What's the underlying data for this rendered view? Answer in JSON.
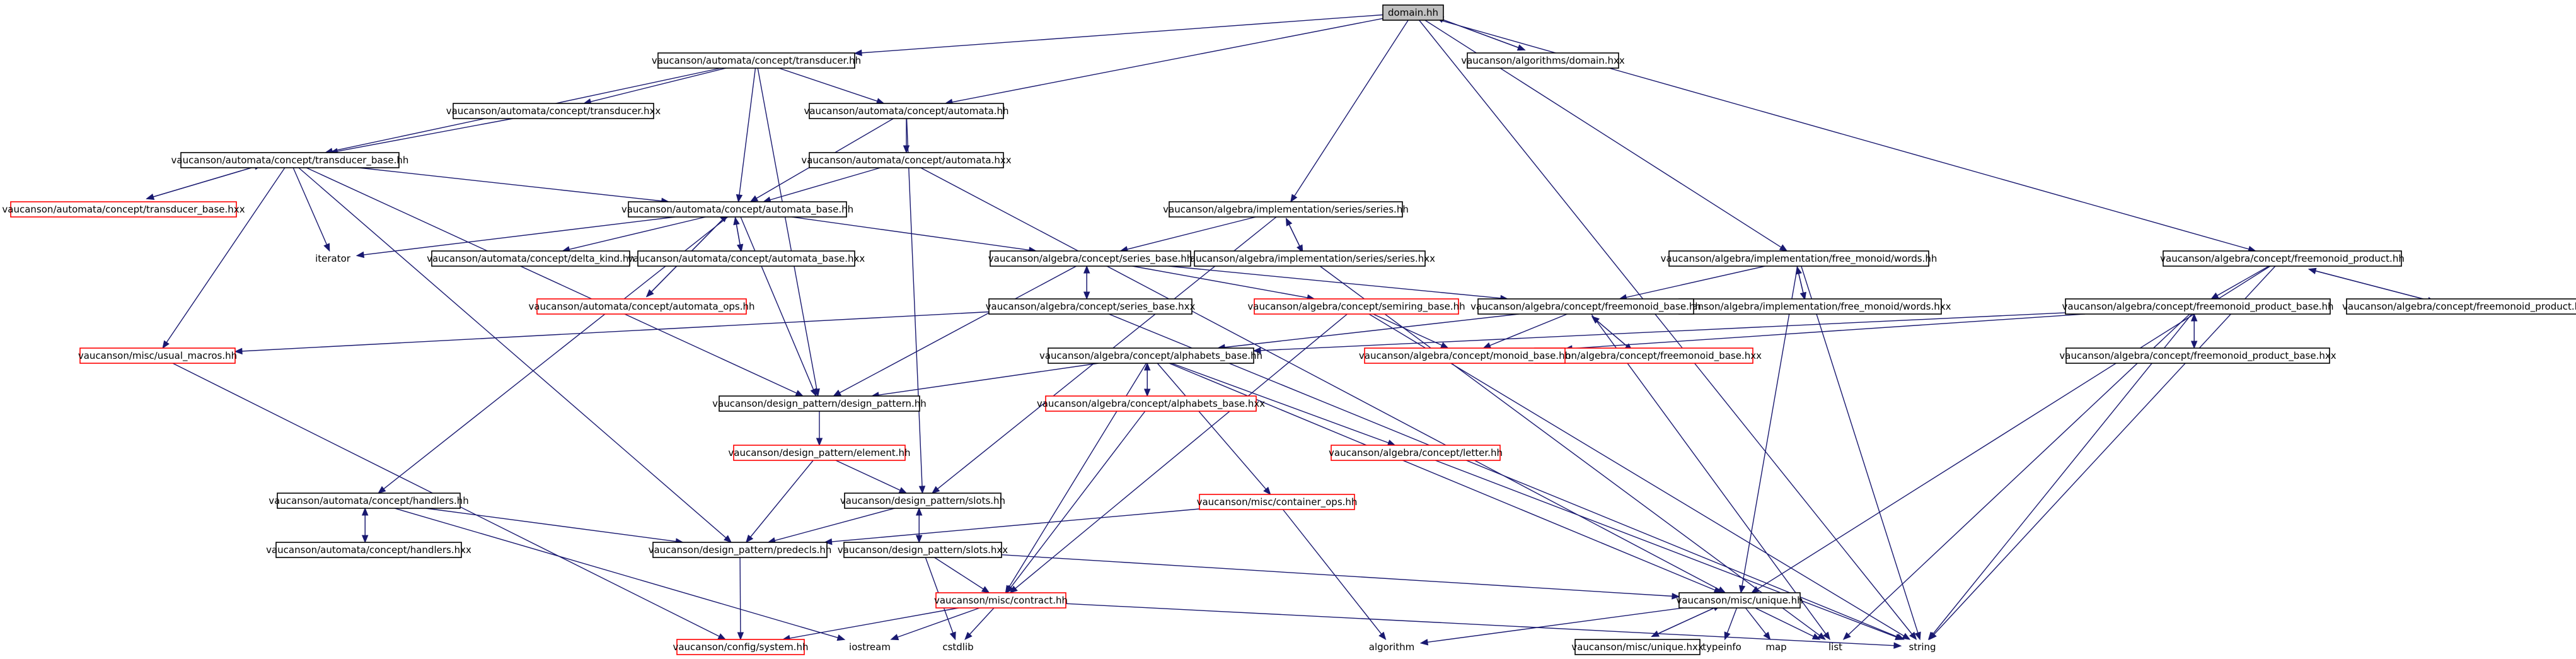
{
  "colors": {
    "edge": "#191970",
    "documented_border": "#000000",
    "undocumented_border": "#ff0000",
    "root_fill": "#bfbfbf",
    "background": "#ffffff"
  },
  "nodes": [
    {
      "id": "domain_hh",
      "label": "domain.hh",
      "kind": "root"
    },
    {
      "id": "transducer_hh",
      "label": "vaucanson/automata/concept/transducer.hh",
      "kind": "documented"
    },
    {
      "id": "alg_domain_hxx",
      "label": "vaucanson/algorithms/domain.hxx",
      "kind": "documented"
    },
    {
      "id": "transducer_hxx",
      "label": "vaucanson/automata/concept/transducer.hxx",
      "kind": "documented"
    },
    {
      "id": "automata_hh",
      "label": "vaucanson/automata/concept/automata.hh",
      "kind": "documented"
    },
    {
      "id": "transducer_base_hh",
      "label": "vaucanson/automata/concept/transducer_base.hh",
      "kind": "documented"
    },
    {
      "id": "automata_hxx",
      "label": "vaucanson/automata/concept/automata.hxx",
      "kind": "documented"
    },
    {
      "id": "transducer_base_hxx",
      "label": "vaucanson/automata/concept/transducer_base.hxx",
      "kind": "undocumented"
    },
    {
      "id": "automata_base_hh",
      "label": "vaucanson/automata/concept/automata_base.hh",
      "kind": "documented"
    },
    {
      "id": "iterator",
      "label": "iterator",
      "kind": "system"
    },
    {
      "id": "delta_kind_hh",
      "label": "vaucanson/automata/concept/delta_kind.hh",
      "kind": "documented"
    },
    {
      "id": "automata_base_hxx",
      "label": "vaucanson/automata/concept/automata_base.hxx",
      "kind": "documented"
    },
    {
      "id": "automata_ops_hh",
      "label": "vaucanson/automata/concept/automata_ops.hh",
      "kind": "undocumented"
    },
    {
      "id": "series_hh",
      "label": "vaucanson/algebra/implementation/series/series.hh",
      "kind": "documented"
    },
    {
      "id": "series_hxx",
      "label": "vaucanson/algebra/implementation/series/series.hxx",
      "kind": "documented"
    },
    {
      "id": "series_base_hh",
      "label": "vaucanson/algebra/concept/series_base.hh",
      "kind": "documented"
    },
    {
      "id": "series_base_hxx",
      "label": "vaucanson/algebra/concept/series_base.hxx",
      "kind": "documented"
    },
    {
      "id": "semiring_base_hh",
      "label": "vaucanson/algebra/concept/semiring_base.hh",
      "kind": "undocumented"
    },
    {
      "id": "free_monoid_words_hh",
      "label": "vaucanson/algebra/implementation/free_monoid/words.hh",
      "kind": "documented"
    },
    {
      "id": "free_monoid_words_hxx",
      "label": "vaucanson/algebra/implementation/free_monoid/words.hxx",
      "kind": "documented"
    },
    {
      "id": "freemonoid_base_hh",
      "label": "vaucanson/algebra/concept/freemonoid_base.hh",
      "kind": "documented"
    },
    {
      "id": "freemonoid_base_hxx",
      "label": "vaucanson/algebra/concept/freemonoid_base.hxx",
      "kind": "undocumented"
    },
    {
      "id": "monoid_base_hh",
      "label": "vaucanson/algebra/concept/monoid_base.hh",
      "kind": "undocumented"
    },
    {
      "id": "freemonoid_product_hh",
      "label": "vaucanson/algebra/concept/freemonoid_product.hh",
      "kind": "documented"
    },
    {
      "id": "freemonoid_product_hxx",
      "label": "vaucanson/algebra/concept/freemonoid_product.hxx",
      "kind": "documented"
    },
    {
      "id": "freemonoid_product_base_hh",
      "label": "vaucanson/algebra/concept/freemonoid_product_base.hh",
      "kind": "documented"
    },
    {
      "id": "freemonoid_product_base_hxx",
      "label": "vaucanson/algebra/concept/freemonoid_product_base.hxx",
      "kind": "documented"
    },
    {
      "id": "usual_macros_hh",
      "label": "vaucanson/misc/usual_macros.hh",
      "kind": "undocumented"
    },
    {
      "id": "alphabets_base_hh",
      "label": "vaucanson/algebra/concept/alphabets_base.hh",
      "kind": "documented"
    },
    {
      "id": "alphabets_base_hxx",
      "label": "vaucanson/algebra/concept/alphabets_base.hxx",
      "kind": "undocumented"
    },
    {
      "id": "design_pattern_hh",
      "label": "vaucanson/design_pattern/design_pattern.hh",
      "kind": "documented"
    },
    {
      "id": "element_hh",
      "label": "vaucanson/design_pattern/element.hh",
      "kind": "undocumented"
    },
    {
      "id": "letter_hh",
      "label": "vaucanson/algebra/concept/letter.hh",
      "kind": "undocumented"
    },
    {
      "id": "container_ops_hh",
      "label": "vaucanson/misc/container_ops.hh",
      "kind": "undocumented"
    },
    {
      "id": "handlers_hh",
      "label": "vaucanson/automata/concept/handlers.hh",
      "kind": "documented"
    },
    {
      "id": "handlers_hxx",
      "label": "vaucanson/automata/concept/handlers.hxx",
      "kind": "documented"
    },
    {
      "id": "slots_hh",
      "label": "vaucanson/design_pattern/slots.hh",
      "kind": "documented"
    },
    {
      "id": "slots_hxx",
      "label": "vaucanson/design_pattern/slots.hxx",
      "kind": "documented"
    },
    {
      "id": "predecls_hh",
      "label": "vaucanson/design_pattern/predecls.hh",
      "kind": "documented"
    },
    {
      "id": "contract_hh",
      "label": "vaucanson/misc/contract.hh",
      "kind": "undocumented"
    },
    {
      "id": "unique_hh",
      "label": "vaucanson/misc/unique.hh",
      "kind": "documented"
    },
    {
      "id": "unique_hxx",
      "label": "vaucanson/misc/unique.hxx",
      "kind": "documented"
    },
    {
      "id": "system_hh",
      "label": "vaucanson/config/system.hh",
      "kind": "undocumented"
    },
    {
      "id": "iostream",
      "label": "iostream",
      "kind": "system"
    },
    {
      "id": "cstdlib",
      "label": "cstdlib",
      "kind": "system"
    },
    {
      "id": "algorithm",
      "label": "algorithm",
      "kind": "system"
    },
    {
      "id": "typeinfo",
      "label": "typeinfo",
      "kind": "system"
    },
    {
      "id": "map",
      "label": "map",
      "kind": "system"
    },
    {
      "id": "list",
      "label": "list",
      "kind": "system"
    },
    {
      "id": "string",
      "label": "string",
      "kind": "system"
    }
  ],
  "edges": [
    [
      "domain_hh",
      "transducer_hh"
    ],
    [
      "domain_hh",
      "alg_domain_hxx"
    ],
    [
      "alg_domain_hxx",
      "domain_hh"
    ],
    [
      "domain_hh",
      "automata_hh"
    ],
    [
      "domain_hh",
      "series_hh"
    ],
    [
      "domain_hh",
      "free_monoid_words_hh"
    ],
    [
      "domain_hh",
      "freemonoid_product_hh"
    ],
    [
      "domain_hh",
      "string"
    ],
    [
      "transducer_hh",
      "transducer_hxx"
    ],
    [
      "transducer_hh",
      "transducer_base_hh"
    ],
    [
      "transducer_hh",
      "automata_hh"
    ],
    [
      "transducer_hh",
      "automata_base_hh"
    ],
    [
      "transducer_hh",
      "design_pattern_hh"
    ],
    [
      "transducer_hxx",
      "transducer_base_hh"
    ],
    [
      "automata_hh",
      "automata_hxx"
    ],
    [
      "automata_hh",
      "automata_base_hh"
    ],
    [
      "automata_hh",
      "slots_hh"
    ],
    [
      "automata_hxx",
      "automata_base_hh"
    ],
    [
      "automata_hxx",
      "unique_hh"
    ],
    [
      "transducer_base_hh",
      "transducer_base_hxx"
    ],
    [
      "transducer_base_hxx",
      "transducer_base_hh"
    ],
    [
      "transducer_base_hh",
      "automata_base_hh"
    ],
    [
      "transducer_base_hh",
      "iterator"
    ],
    [
      "transducer_base_hh",
      "usual_macros_hh"
    ],
    [
      "transducer_base_hh",
      "design_pattern_hh"
    ],
    [
      "transducer_base_hh",
      "predecls_hh"
    ],
    [
      "automata_base_hh",
      "iterator"
    ],
    [
      "automata_base_hh",
      "delta_kind_hh"
    ],
    [
      "automata_base_hh",
      "automata_base_hxx"
    ],
    [
      "automata_base_hxx",
      "automata_base_hh"
    ],
    [
      "automata_base_hh",
      "automata_ops_hh"
    ],
    [
      "automata_ops_hh",
      "automata_base_hh"
    ],
    [
      "automata_base_hh",
      "series_base_hh"
    ],
    [
      "automata_base_hh",
      "handlers_hh"
    ],
    [
      "automata_base_hh",
      "design_pattern_hh"
    ],
    [
      "series_hh",
      "series_hxx"
    ],
    [
      "series_hxx",
      "series_hh"
    ],
    [
      "series_hh",
      "series_base_hh"
    ],
    [
      "series_hh",
      "slots_hh"
    ],
    [
      "series_hxx",
      "list"
    ],
    [
      "series_base_hh",
      "series_base_hxx"
    ],
    [
      "series_base_hxx",
      "series_base_hh"
    ],
    [
      "series_base_hh",
      "semiring_base_hh"
    ],
    [
      "series_base_hh",
      "freemonoid_base_hh"
    ],
    [
      "series_base_hh",
      "design_pattern_hh"
    ],
    [
      "series_base_hxx",
      "usual_macros_hh"
    ],
    [
      "series_base_hxx",
      "string"
    ],
    [
      "semiring_base_hh",
      "monoid_base_hh"
    ],
    [
      "semiring_base_hh",
      "contract_hh"
    ],
    [
      "semiring_base_hh",
      "string"
    ],
    [
      "free_monoid_words_hh",
      "free_monoid_words_hxx"
    ],
    [
      "free_monoid_words_hxx",
      "free_monoid_words_hh"
    ],
    [
      "free_monoid_words_hh",
      "freemonoid_base_hh"
    ],
    [
      "free_monoid_words_hh",
      "unique_hh"
    ],
    [
      "free_monoid_words_hh",
      "string"
    ],
    [
      "freemonoid_base_hh",
      "freemonoid_base_hxx"
    ],
    [
      "freemonoid_base_hxx",
      "freemonoid_base_hh"
    ],
    [
      "freemonoid_base_hh",
      "monoid_base_hh"
    ],
    [
      "freemonoid_base_hh",
      "alphabets_base_hh"
    ],
    [
      "freemonoid_base_hh",
      "list"
    ],
    [
      "freemonoid_product_hh",
      "freemonoid_product_hxx"
    ],
    [
      "freemonoid_product_hxx",
      "freemonoid_product_hh"
    ],
    [
      "freemonoid_product_hh",
      "freemonoid_product_base_hh"
    ],
    [
      "freemonoid_product_hh",
      "unique_hh"
    ],
    [
      "freemonoid_product_hh",
      "string"
    ],
    [
      "freemonoid_product_base_hh",
      "freemonoid_product_base_hxx"
    ],
    [
      "freemonoid_product_base_hxx",
      "freemonoid_product_base_hh"
    ],
    [
      "freemonoid_product_base_hh",
      "monoid_base_hh"
    ],
    [
      "freemonoid_product_base_hh",
      "alphabets_base_hh"
    ],
    [
      "freemonoid_product_base_hh",
      "string"
    ],
    [
      "freemonoid_product_base_hh",
      "list"
    ],
    [
      "usual_macros_hh",
      "system_hh"
    ],
    [
      "alphabets_base_hh",
      "alphabets_base_hxx"
    ],
    [
      "alphabets_base_hxx",
      "alphabets_base_hh"
    ],
    [
      "alphabets_base_hh",
      "letter_hh"
    ],
    [
      "alphabets_base_hh",
      "container_ops_hh"
    ],
    [
      "alphabets_base_hh",
      "design_pattern_hh"
    ],
    [
      "alphabets_base_hh",
      "contract_hh"
    ],
    [
      "alphabets_base_hh",
      "unique_hh"
    ],
    [
      "alphabets_base_hxx",
      "contract_hh"
    ],
    [
      "design_pattern_hh",
      "element_hh"
    ],
    [
      "element_hh",
      "slots_hh"
    ],
    [
      "element_hh",
      "predecls_hh"
    ],
    [
      "letter_hh",
      "string"
    ],
    [
      "container_ops_hh",
      "algorithm"
    ],
    [
      "container_ops_hh",
      "predecls_hh"
    ],
    [
      "handlers_hh",
      "handlers_hxx"
    ],
    [
      "handlers_hxx",
      "handlers_hh"
    ],
    [
      "handlers_hh",
      "predecls_hh"
    ],
    [
      "handlers_hh",
      "iostream"
    ],
    [
      "slots_hh",
      "slots_hxx"
    ],
    [
      "slots_hxx",
      "slots_hh"
    ],
    [
      "slots_hh",
      "predecls_hh"
    ],
    [
      "slots_hxx",
      "contract_hh"
    ],
    [
      "slots_hxx",
      "unique_hh"
    ],
    [
      "slots_hxx",
      "cstdlib"
    ],
    [
      "predecls_hh",
      "system_hh"
    ],
    [
      "contract_hh",
      "system_hh"
    ],
    [
      "contract_hh",
      "iostream"
    ],
    [
      "contract_hh",
      "cstdlib"
    ],
    [
      "contract_hh",
      "string"
    ],
    [
      "unique_hh",
      "unique_hxx"
    ],
    [
      "unique_hxx",
      "unique_hh"
    ],
    [
      "unique_hh",
      "algorithm"
    ],
    [
      "unique_hh",
      "typeinfo"
    ],
    [
      "unique_hh",
      "map"
    ],
    [
      "unique_hh",
      "list"
    ]
  ]
}
